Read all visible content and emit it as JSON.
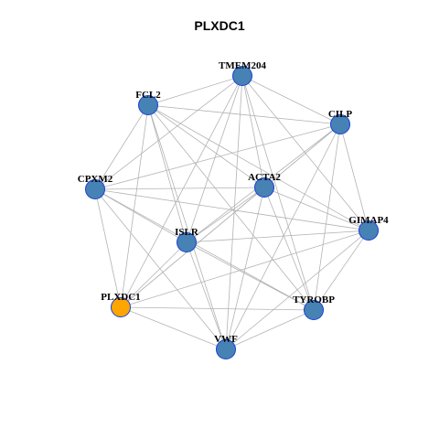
{
  "title": "PLXDC1",
  "colors": {
    "node_default": "#4682b4",
    "node_highlight": "#ffa500",
    "node_border": "#1c3fd6",
    "edge": "#b3b3b3"
  },
  "nodes": [
    {
      "id": "TMEM204",
      "label": "TMEM204",
      "highlight": false
    },
    {
      "id": "FCL2",
      "label": "FCL2",
      "highlight": false
    },
    {
      "id": "CILP",
      "label": "CILP",
      "highlight": false
    },
    {
      "id": "CPXM2",
      "label": "CPXM2",
      "highlight": false
    },
    {
      "id": "ACTA2",
      "label": "ACTA2",
      "highlight": false
    },
    {
      "id": "GIMAP4",
      "label": "GIMAP4",
      "highlight": false
    },
    {
      "id": "ISLR",
      "label": "ISLR",
      "highlight": false
    },
    {
      "id": "PLXDC1",
      "label": "PLXDC1",
      "highlight": true
    },
    {
      "id": "TYROBP",
      "label": "TYROBP",
      "highlight": false
    },
    {
      "id": "VWF",
      "label": "VWF",
      "highlight": false
    }
  ],
  "edges": [
    [
      "TMEM204",
      "FCL2"
    ],
    [
      "TMEM204",
      "CILP"
    ],
    [
      "TMEM204",
      "CPXM2"
    ],
    [
      "TMEM204",
      "ACTA2"
    ],
    [
      "TMEM204",
      "GIMAP4"
    ],
    [
      "TMEM204",
      "ISLR"
    ],
    [
      "TMEM204",
      "PLXDC1"
    ],
    [
      "TMEM204",
      "VWF"
    ],
    [
      "TMEM204",
      "TYROBP"
    ],
    [
      "FCL2",
      "CPXM2"
    ],
    [
      "FCL2",
      "CILP"
    ],
    [
      "FCL2",
      "ACTA2"
    ],
    [
      "FCL2",
      "GIMAP4"
    ],
    [
      "FCL2",
      "ISLR"
    ],
    [
      "FCL2",
      "PLXDC1"
    ],
    [
      "FCL2",
      "VWF"
    ],
    [
      "FCL2",
      "TYROBP"
    ],
    [
      "CILP",
      "CPXM2"
    ],
    [
      "CILP",
      "ACTA2"
    ],
    [
      "CILP",
      "GIMAP4"
    ],
    [
      "CILP",
      "ISLR"
    ],
    [
      "CILP",
      "PLXDC1"
    ],
    [
      "CILP",
      "VWF"
    ],
    [
      "CILP",
      "TYROBP"
    ],
    [
      "CPXM2",
      "ACTA2"
    ],
    [
      "CPXM2",
      "GIMAP4"
    ],
    [
      "CPXM2",
      "ISLR"
    ],
    [
      "CPXM2",
      "PLXDC1"
    ],
    [
      "CPXM2",
      "VWF"
    ],
    [
      "CPXM2",
      "TYROBP"
    ],
    [
      "ACTA2",
      "GIMAP4"
    ],
    [
      "ACTA2",
      "ISLR"
    ],
    [
      "ACTA2",
      "PLXDC1"
    ],
    [
      "ACTA2",
      "VWF"
    ],
    [
      "ACTA2",
      "TYROBP"
    ],
    [
      "GIMAP4",
      "ISLR"
    ],
    [
      "GIMAP4",
      "PLXDC1"
    ],
    [
      "GIMAP4",
      "VWF"
    ],
    [
      "GIMAP4",
      "TYROBP"
    ],
    [
      "ISLR",
      "PLXDC1"
    ],
    [
      "ISLR",
      "VWF"
    ],
    [
      "ISLR",
      "TYROBP"
    ],
    [
      "PLXDC1",
      "VWF"
    ],
    [
      "PLXDC1",
      "TYROBP"
    ],
    [
      "TYROBP",
      "VWF"
    ]
  ]
}
